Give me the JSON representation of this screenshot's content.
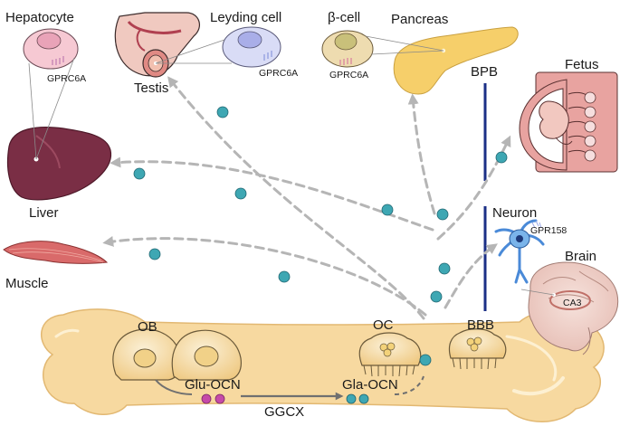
{
  "labels": {
    "hepatocyte": "Hepatocyte",
    "gprc6a_hepatocyte": "GPRC6A",
    "leyding_cell": "Leyding cell",
    "gprc6a_leyding": "GPRC6A",
    "testis": "Testis",
    "beta_cell": "β-cell",
    "gprc6a_beta": "GPRC6A",
    "pancreas": "Pancreas",
    "bpb": "BPB",
    "fetus": "Fetus",
    "liver": "Liver",
    "neuron": "Neuron",
    "gpr158": "GPR158",
    "brain": "Brain",
    "ca3": "CA3",
    "muscle": "Muscle",
    "bbb": "BBB",
    "ob": "OB",
    "oc": "OC",
    "glu_ocn": "Glu-OCN",
    "ggcx": "GGCX",
    "gla_ocn": "Gla-OCN"
  },
  "colors": {
    "ocn_dot": "#3ea7b3",
    "glu_dot": "#c64aa8",
    "arrow": "#b5b5b5",
    "barrier": "#1b2f86",
    "bone": "#f7d9a0",
    "liver": "#7a2e45",
    "pancreas": "#f6cf6a",
    "fetus_bg": "#e8a3a0"
  }
}
